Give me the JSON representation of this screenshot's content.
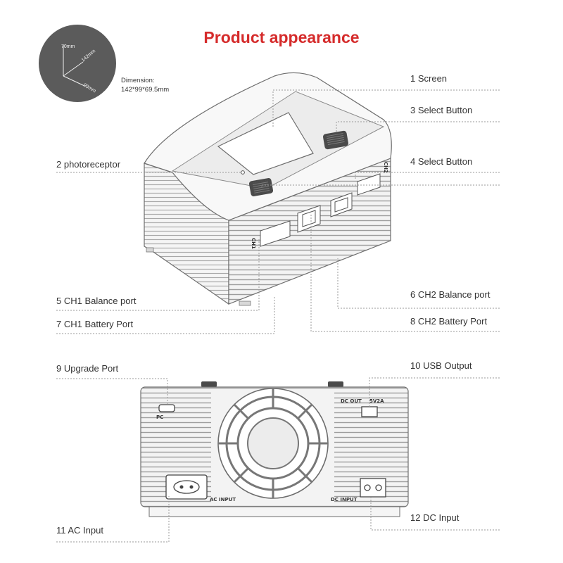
{
  "title": "Product appearance",
  "dimension": {
    "label": "Dimension:",
    "value": "142*99*69.5mm",
    "height": "70mm",
    "length": "142mm",
    "width": "99mm"
  },
  "callouts": {
    "screen": "1  Screen",
    "photoreceptor": "2  photoreceptor",
    "select_button_3": "3  Select Button",
    "select_button_4": "4  Select Button",
    "ch1_balance": "5  CH1 Balance port",
    "ch2_balance": "6  CH2 Balance port",
    "ch1_battery": "7  CH1 Battery Port",
    "ch2_battery": "8  CH2 Battery Port",
    "upgrade_port": "9  Upgrade Port",
    "usb_output": "10  USB Output",
    "ac_input": "11  AC Input",
    "dc_input": "12  DC Input"
  },
  "device_markings": {
    "ch1": "CH1",
    "ch2": "CH2",
    "pc": "PC",
    "dc_out": "DC OUT",
    "dc_out_rating": "5V2A",
    "ac_input": "AC INPUT",
    "dc_input": "DC INPUT"
  },
  "colors": {
    "title": "#d52b2b",
    "dimension_disc": "#5b5b5b",
    "leader_line": "#9a9a9a",
    "device_stroke": "#6d6d6d"
  }
}
